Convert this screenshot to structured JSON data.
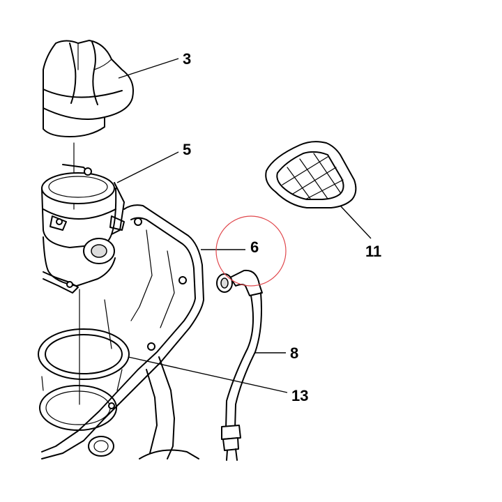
{
  "diagram": {
    "callouts": [
      {
        "id": "3",
        "label": "3"
      },
      {
        "id": "5",
        "label": "5"
      },
      {
        "id": "6",
        "label": "6"
      },
      {
        "id": "8",
        "label": "8"
      },
      {
        "id": "11",
        "label": "11"
      },
      {
        "id": "13",
        "label": "13"
      }
    ],
    "highlight": {
      "target": "6",
      "color": "#e0474c"
    },
    "line_color": "#000000"
  }
}
